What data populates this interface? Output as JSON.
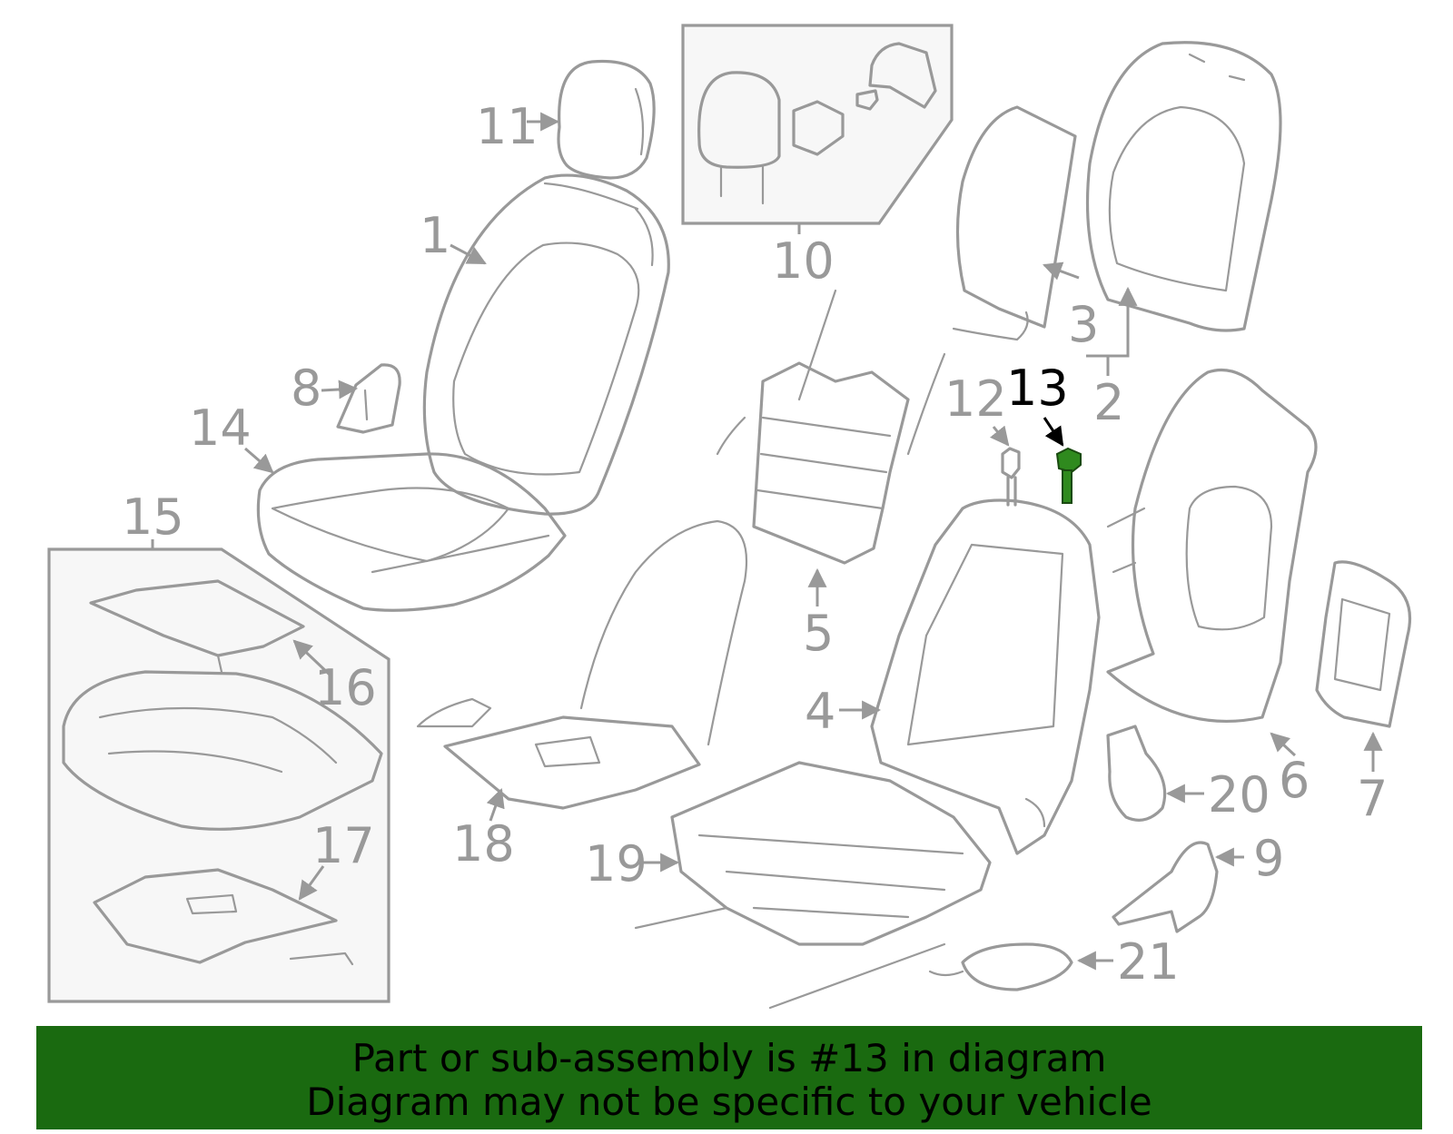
{
  "colors": {
    "line": "#999999",
    "highlight_part": "#1a6a10",
    "highlight_label": "#000000",
    "banner": "#1a6a10"
  },
  "callouts": {
    "c1": "1",
    "c2": "2",
    "c3": "3",
    "c4": "4",
    "c5": "5",
    "c6": "6",
    "c7": "7",
    "c8": "8",
    "c9": "9",
    "c10": "10",
    "c11": "11",
    "c12": "12",
    "c13": "13",
    "c14": "14",
    "c15": "15",
    "c16": "16",
    "c17": "17",
    "c18": "18",
    "c19": "19",
    "c20": "20",
    "c21": "21"
  },
  "highlighted_part": "13",
  "caption": {
    "line1": "Part or sub-assembly is #13 in diagram",
    "line2": "Diagram may not be specific to your vehicle"
  }
}
